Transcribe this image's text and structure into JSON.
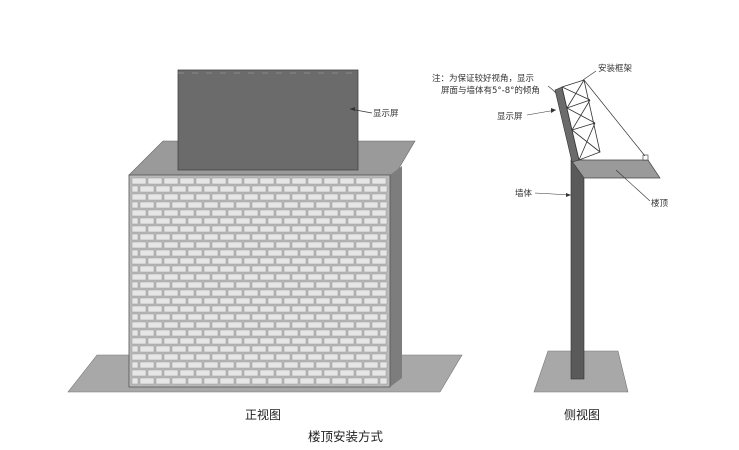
{
  "labels": {
    "display_front": "显示屏",
    "display_side": "显示屏",
    "frame": "安装框架",
    "note_line1": "注：为保证较好视角，显示",
    "note_line2": "屏面与墙体有5°-8°的倾角",
    "wall": "墙体",
    "roof": "楼顶"
  },
  "captions": {
    "front_view": "正视图",
    "side_view": "侧视图",
    "title": "楼顶安装方式"
  },
  "colors": {
    "display": "#6b6b6b",
    "wall_side": "#5a5a5a",
    "roof_slab": "#9a9a9a",
    "ground": "#a8a8a8",
    "brick_face": "#b9b9b9",
    "brick": "#e6e6e6",
    "line": "#333333"
  }
}
